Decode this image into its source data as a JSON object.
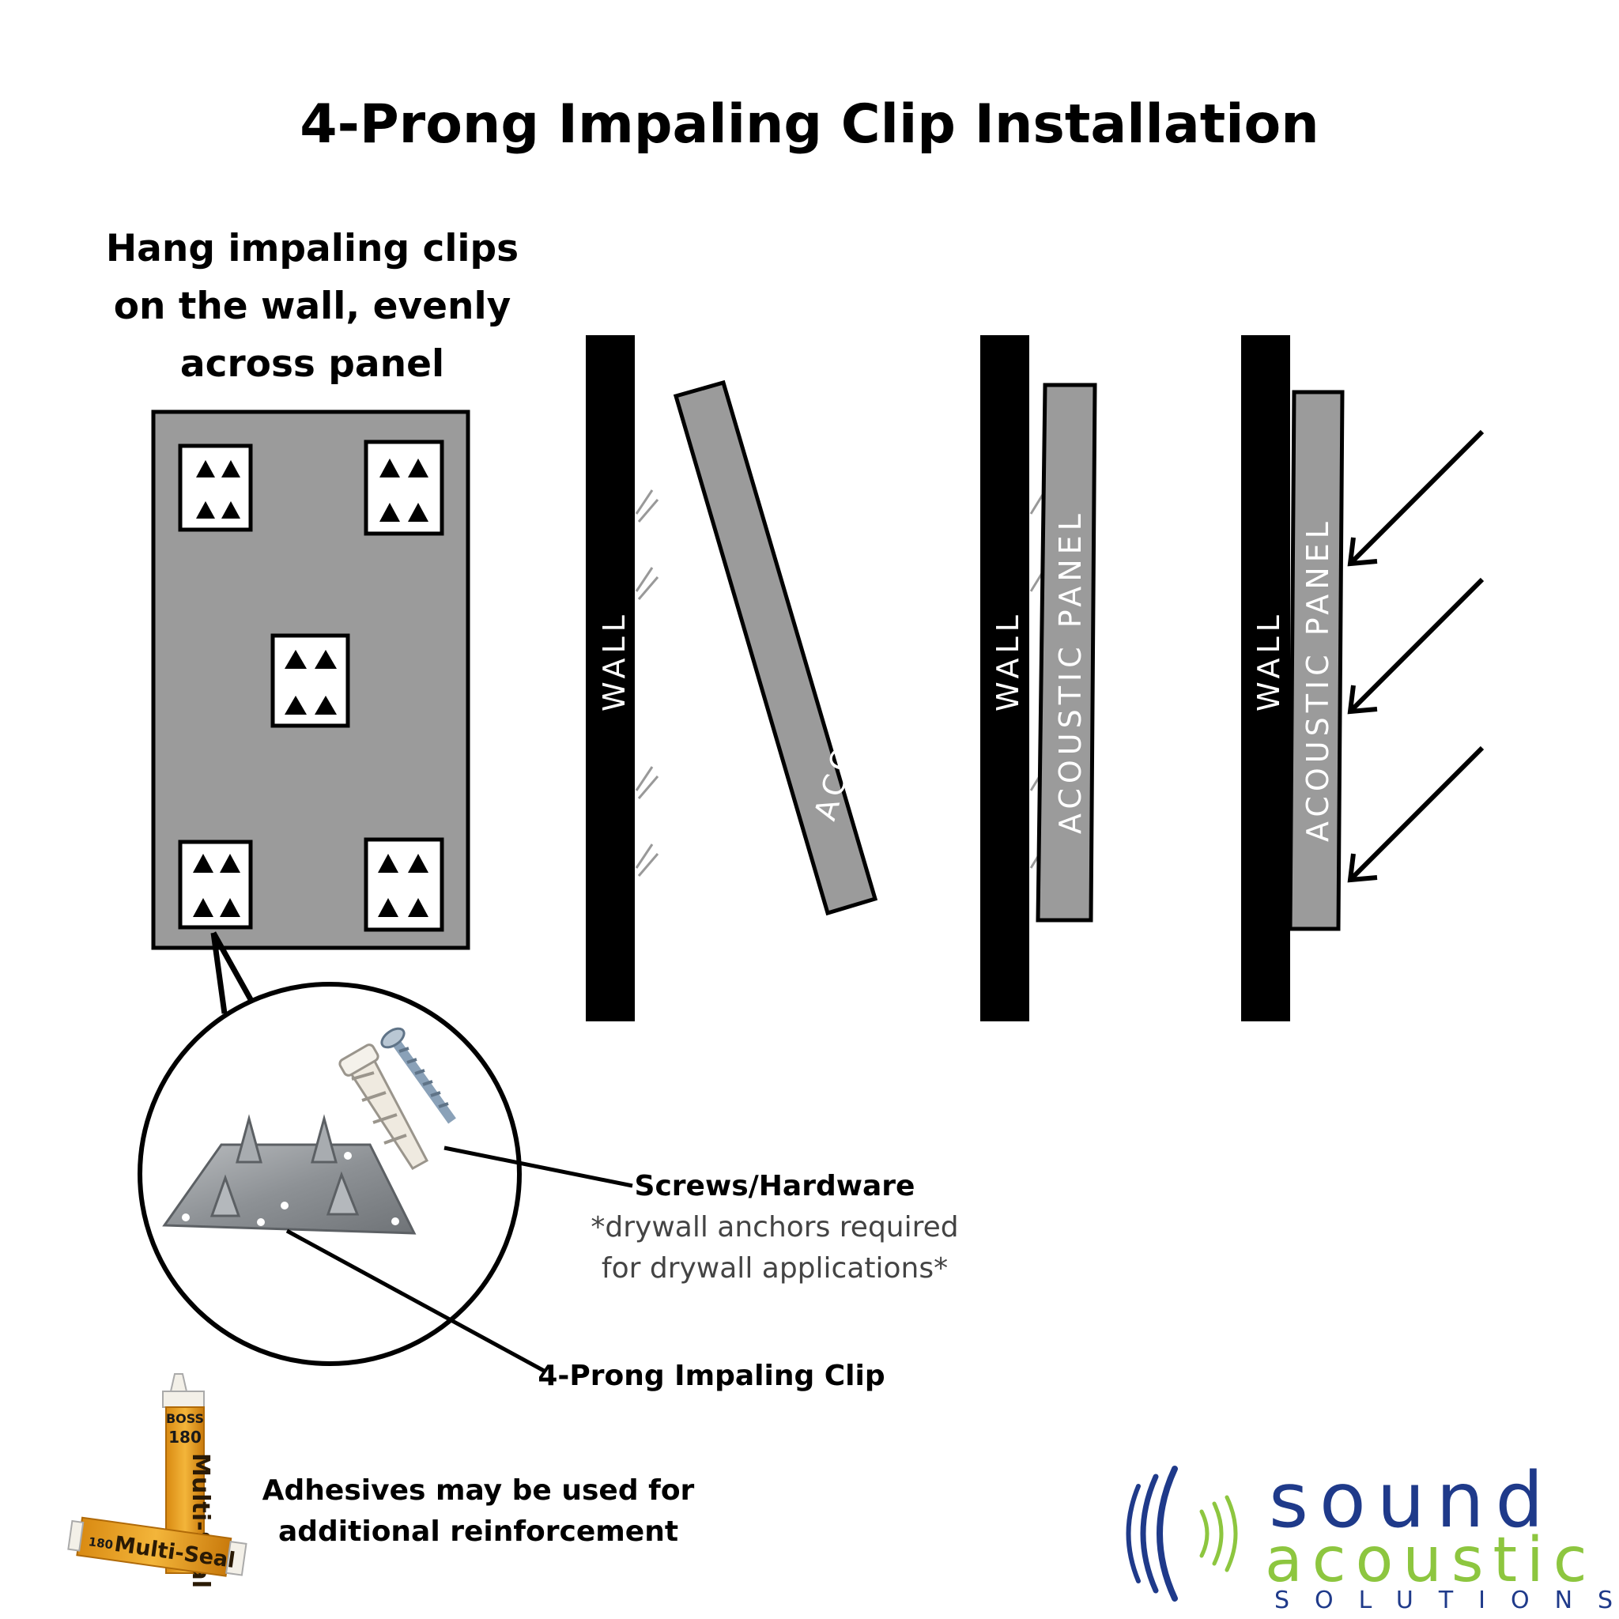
{
  "title": "4-Prong Impaling Clip Installation",
  "step1": {
    "lines": [
      "Hang impaling clips",
      "on the wall, evenly",
      "across panel"
    ]
  },
  "labels": {
    "wall": "WALL",
    "panel": "ACOUSTIC PANEL",
    "screws": "Screws/Hardware",
    "screws_note_lines": [
      "*drywall anchors required",
      "for drywall applications*"
    ],
    "clip": "4-Prong Impaling Clip",
    "adhesive_lines": [
      "Adhesives may be used for",
      "additional reinforcement"
    ]
  },
  "tube_labels": {
    "brand": "BOSS",
    "number": "180",
    "product": "Multi-Seal"
  },
  "logo": {
    "word1": "sound",
    "word2": "acoustic",
    "word3": "SOLUTIONS"
  },
  "colors": {
    "panel_gray": "#9b9b9b",
    "wall_black": "#000000",
    "brand_blue": "#1f3a8a",
    "brand_green": "#8dc63f"
  }
}
